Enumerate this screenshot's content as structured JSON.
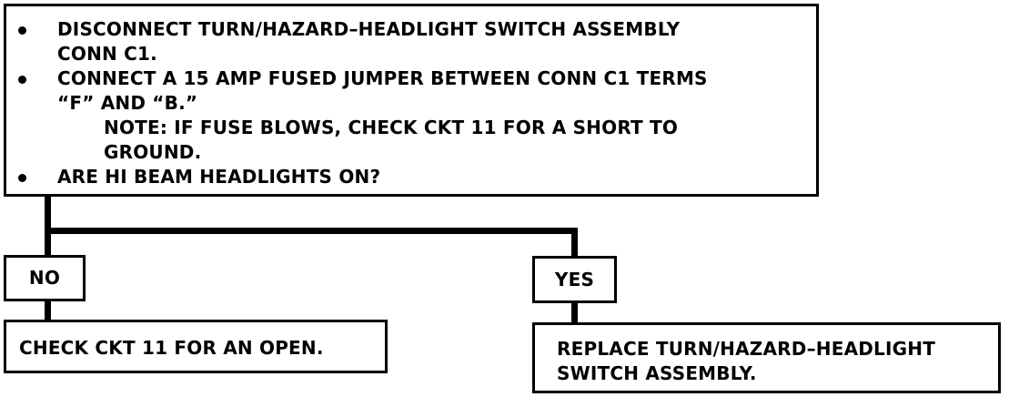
{
  "question_box": {
    "bullets": [
      {
        "lines": [
          "DISCONNECT TURN/HAZARD–HEADLIGHT SWITCH ASSEMBLY",
          "CONN C1."
        ]
      },
      {
        "lines": [
          "CONNECT A 15 AMP FUSED JUMPER BETWEEN CONN C1 TERMS",
          "“F” AND “B.”"
        ]
      }
    ],
    "note_lines": [
      "NOTE: IF FUSE BLOWS, CHECK CKT 11 FOR A SHORT TO",
      "GROUND."
    ],
    "question": "ARE HI BEAM HEADLIGHTS ON?"
  },
  "branches": {
    "no": {
      "label": "NO",
      "result_lines": [
        "CHECK CKT 11 FOR AN OPEN."
      ]
    },
    "yes": {
      "label": "YES",
      "result_lines": [
        "REPLACE TURN/HAZARD–HEADLIGHT",
        "SWITCH ASSEMBLY."
      ]
    }
  }
}
